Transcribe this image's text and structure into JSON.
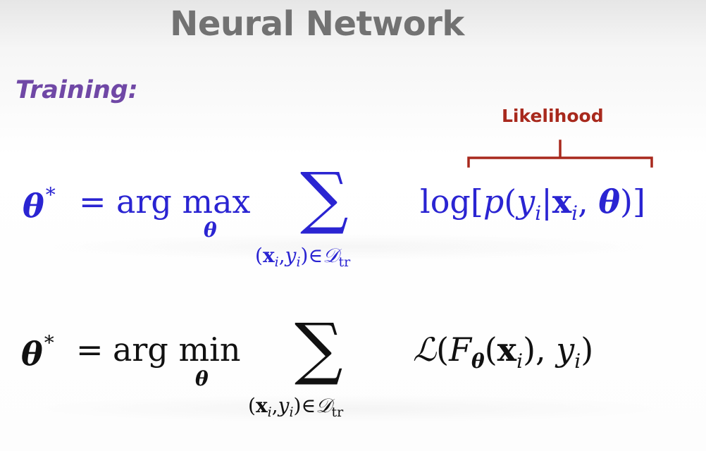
{
  "slide": {
    "title": "Neural Network",
    "section_label": "Training:",
    "annotation": "Likelihood",
    "colors": {
      "title": "#727272",
      "section_label": "#7048a6",
      "annotation": "#a8291d",
      "equation1": "#2a24d2",
      "equation2": "#111111"
    }
  },
  "equations": [
    {
      "lhs": "θ",
      "lhs_sup": "*",
      "relation": "=",
      "operator": "arg max",
      "operator_sub": "θ",
      "sum_symbol": "∑",
      "sum_sub": {
        "open": "(",
        "x": "x",
        "i1": "i",
        "comma": ",",
        "y": "y",
        "i2": "i",
        "close_in": ")∈",
        "D": "𝒟",
        "tr": "tr"
      },
      "rhs": {
        "log": "log[",
        "p": "p",
        "open": "(",
        "y": "y",
        "i1": "i",
        "bar": "|",
        "x": "x",
        "i2": "i",
        "comma": ", ",
        "theta": "θ",
        "close": ")]"
      }
    },
    {
      "lhs": "θ",
      "lhs_sup": "*",
      "relation": "=",
      "operator": "arg min",
      "operator_sub": "θ",
      "sum_symbol": "∑",
      "sum_sub": {
        "open": "(",
        "x": "x",
        "i1": "i",
        "comma": ",",
        "y": "y",
        "i2": "i",
        "close_in": ")∈",
        "D": "𝒟",
        "tr": "tr"
      },
      "rhs": {
        "L": "ℒ",
        "open1": "(",
        "F": "F",
        "theta": "θ",
        "open2": "(",
        "x": "x",
        "i1": "i",
        "close2": "), ",
        "y": "y",
        "i2": "i",
        "close1": ")"
      }
    }
  ]
}
